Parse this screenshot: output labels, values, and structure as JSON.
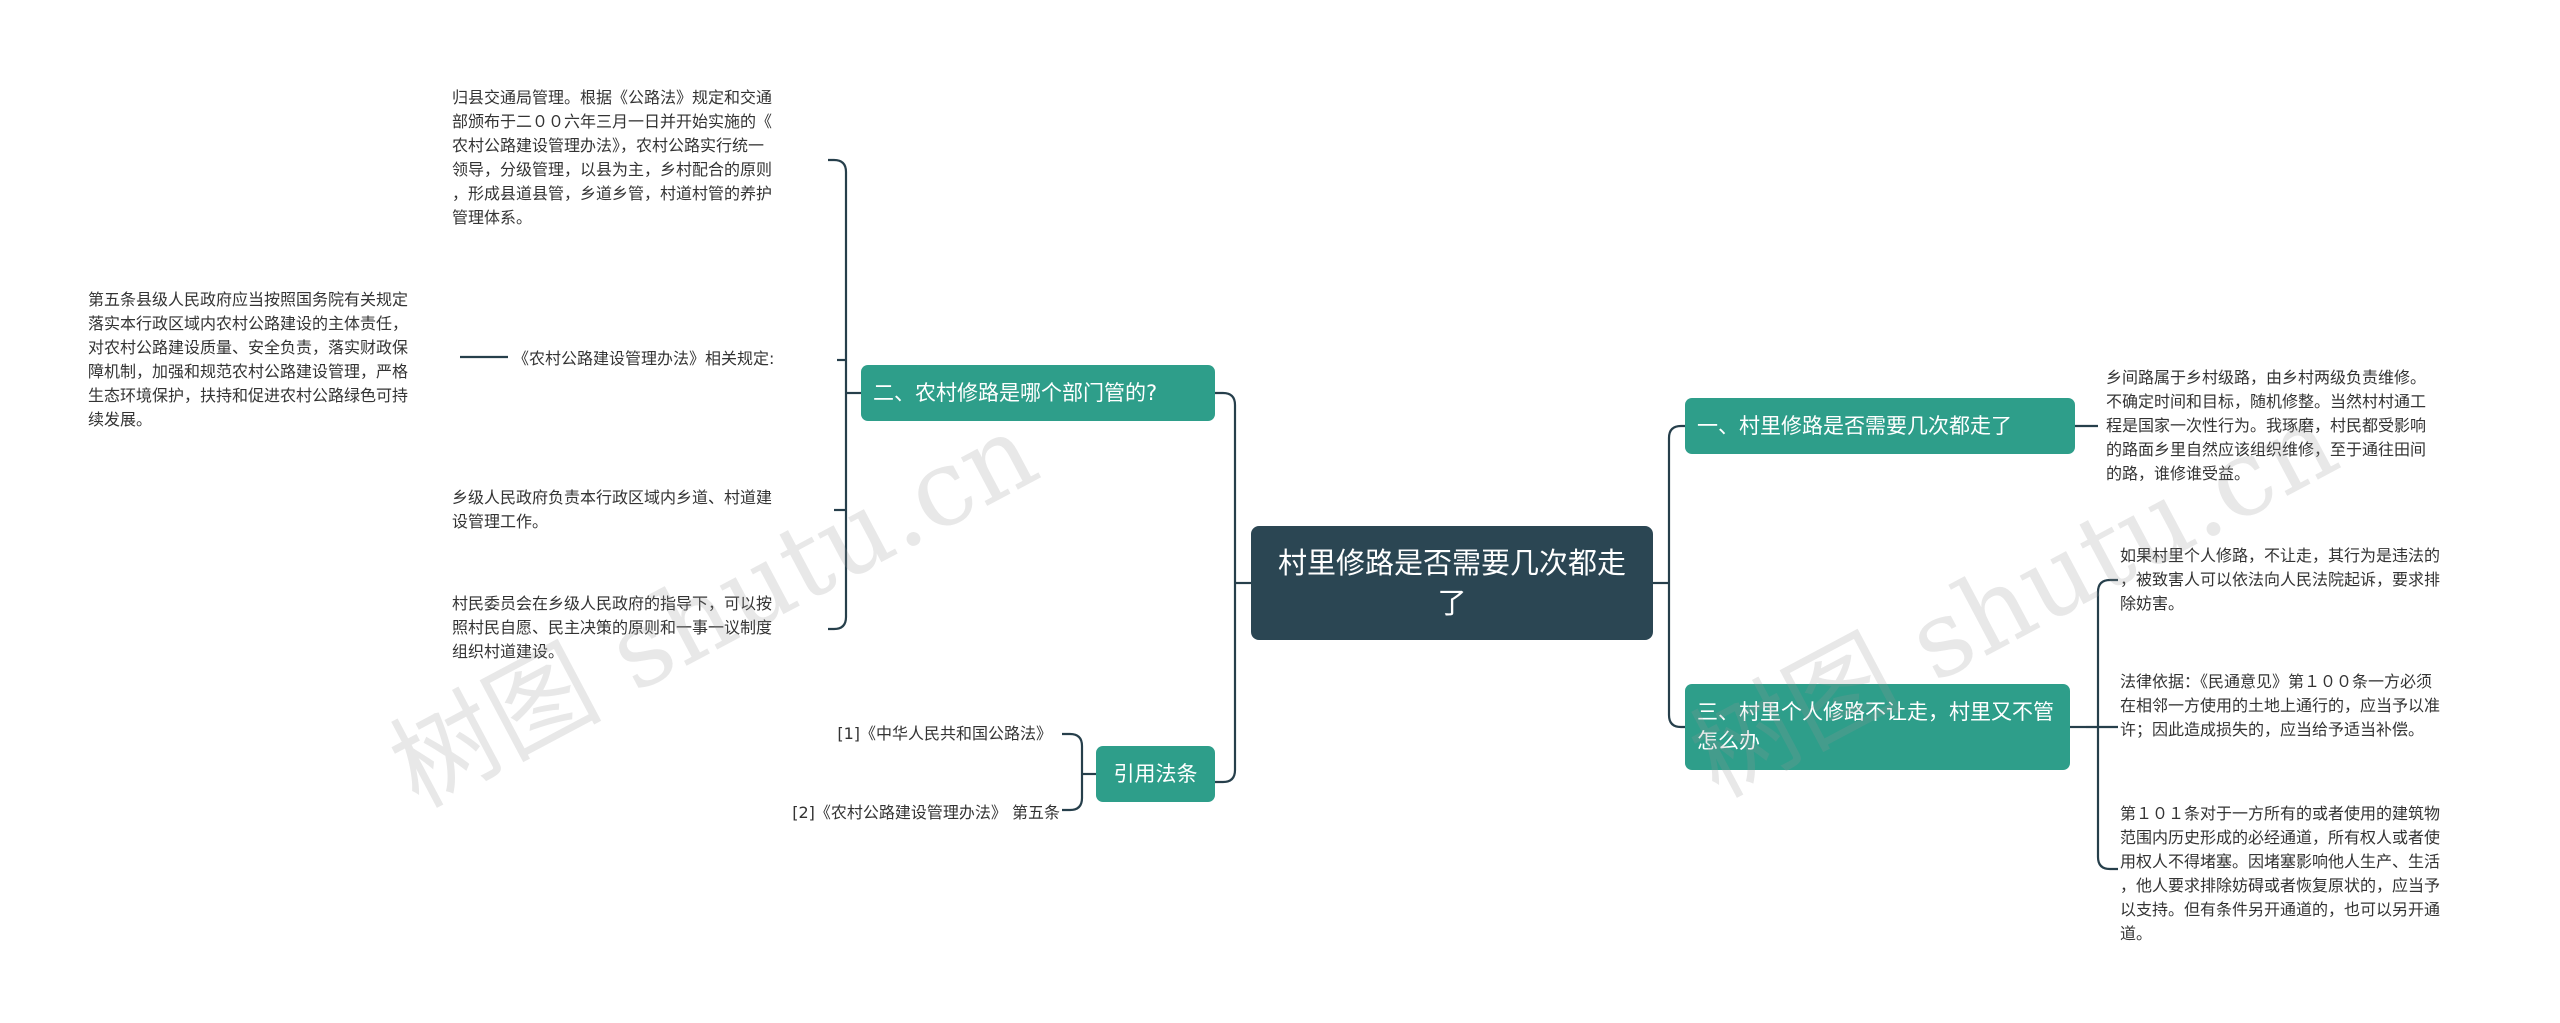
{
  "root": "村里修路是否需要几次都走了",
  "branches": {
    "b1": "一、村里修路是否需要几次都走了",
    "b2": "二、农村修路是哪个部门管的?",
    "b3": "三、村里个人修路不让走，村里又不管怎么办",
    "b4": "引用法条"
  },
  "leaves": {
    "b1_1": "乡间路属于乡村级路，由乡村两级负责维修。\n不确定时间和目标，随机修整。当然村村通工\n程是国家一次性行为。我琢磨，村民都受影响\n的路面乡里自然应该组织维修，至于通往田间\n的路，谁修谁受益。",
    "b2_1": "归县交通局管理。根据《公路法》规定和交通\n部颁布于二００六年三月一日并开始实施的《\n农村公路建设管理办法》，农村公路实行统一\n领导，分级管理，以县为主，乡村配合的原则\n，形成县道县管，乡道乡管，村道村管的养护\n管理体系。",
    "b2_2": "《农村公路建设管理办法》相关规定:",
    "b2_2_1": "第五条县级人民政府应当按照国务院有关规定\n落实本行政区域内农村公路建设的主体责任，\n对农村公路建设质量、安全负责，落实财政保\n障机制，加强和规范农村公路建设管理，严格\n生态环境保护，扶持和促进农村公路绿色可持\n续发展。",
    "b2_3": "乡级人民政府负责本行政区域内乡道、村道建\n设管理工作。",
    "b2_4": "村民委员会在乡级人民政府的指导下，可以按\n照村民自愿、民主决策的原则和一事一议制度\n组织村道建设。",
    "b3_1": "如果村里个人修路，不让走，其行为是违法的\n，被致害人可以依法向人民法院起诉，要求排\n除妨害。",
    "b3_2": "法律依据：《民通意见》第１００条一方必须\n在相邻一方使用的土地上通行的，应当予以准\n许；因此造成损失的，应当给予适当补偿。",
    "b3_3": "第１０１条对于一方所有的或者使用的建筑物\n范围内历史形成的必经通道，所有权人或者使\n用权人不得堵塞。因堵塞影响他人生产、生活\n，他人要求排除妨碍或者恢复原状的，应当予\n以支持。但有条件另开通道的，也可以另开通\n道。",
    "b4_1": "[1]《中华人民共和国公路法》",
    "b4_2": "[2]《农村公路建设管理办法》 第五条"
  },
  "watermarks": [
    "树图 shutu.cn",
    "树图 shutu.cn"
  ],
  "colors": {
    "root_bg": "#2b4653",
    "branch_bg": "#2e9e8a",
    "line": "#263f4b",
    "text": "#333333"
  }
}
